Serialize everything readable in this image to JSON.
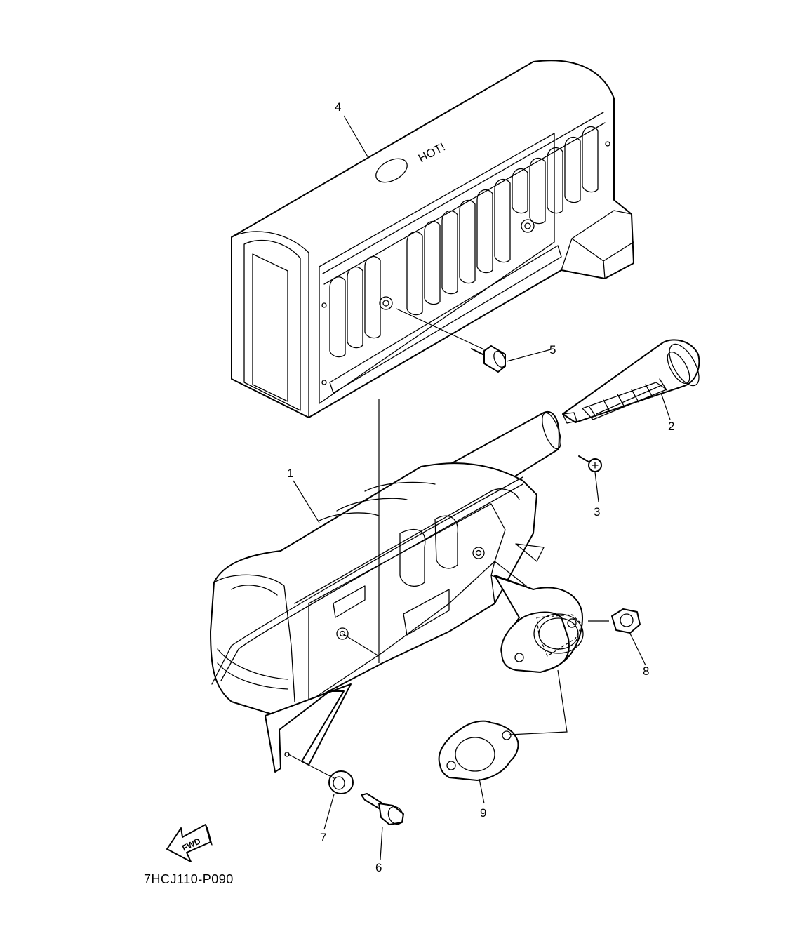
{
  "diagram": {
    "drawing_code": "7HCJ110-P090",
    "fwd_label": "FWD",
    "cover_marking": "HOT!",
    "callouts": [
      {
        "id": "1",
        "text": "1"
      },
      {
        "id": "2",
        "text": "2"
      },
      {
        "id": "3",
        "text": "3"
      },
      {
        "id": "4",
        "text": "4"
      },
      {
        "id": "5",
        "text": "5"
      },
      {
        "id": "6",
        "text": "6"
      },
      {
        "id": "7",
        "text": "7"
      },
      {
        "id": "8",
        "text": "8"
      },
      {
        "id": "9",
        "text": "9"
      }
    ]
  }
}
